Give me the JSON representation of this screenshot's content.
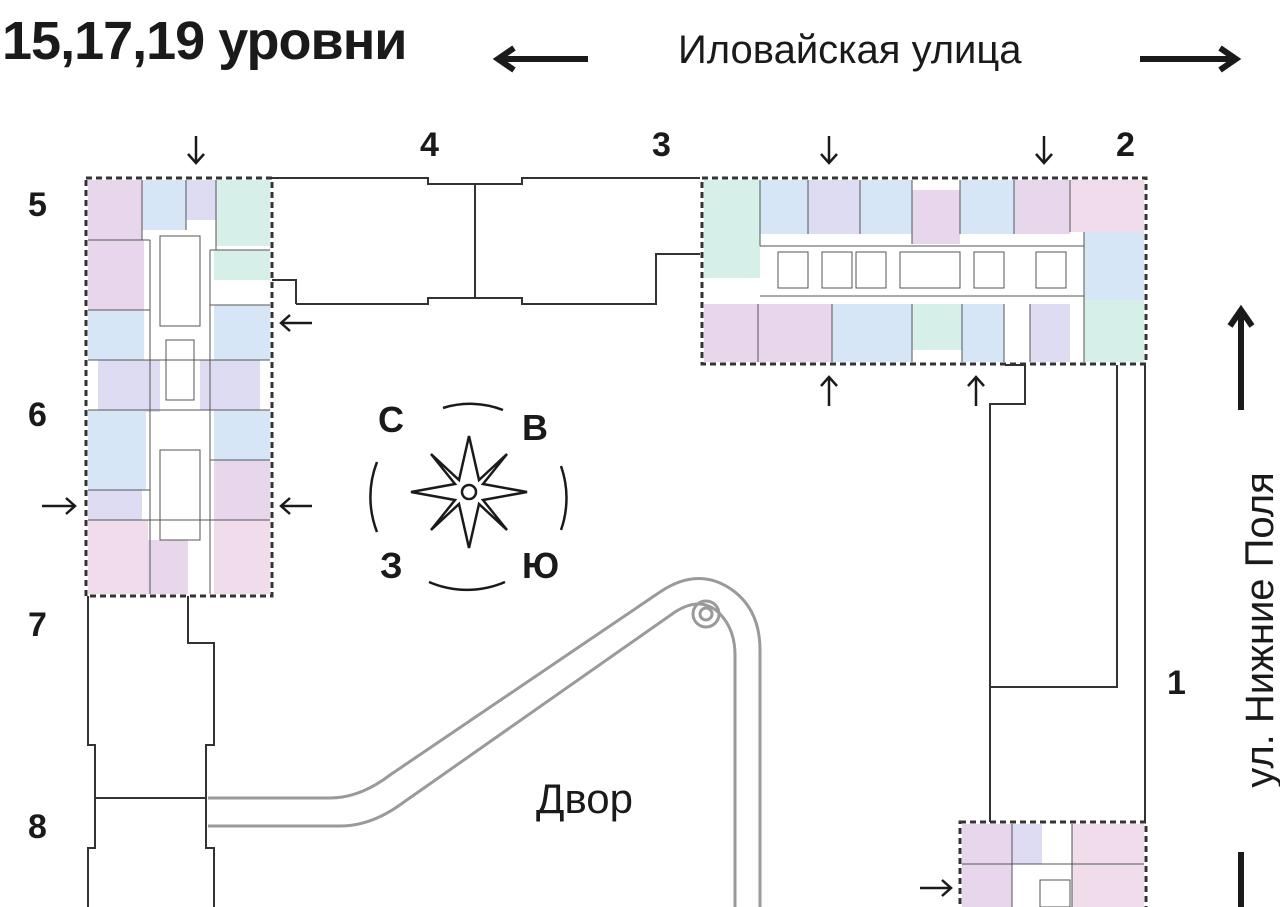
{
  "header": {
    "title": "15,17,19 уровни",
    "street_top": "Иловайская улица"
  },
  "street_right": "ул. Нижние Поля",
  "sections": [
    "1",
    "2",
    "3",
    "4",
    "5",
    "6",
    "7",
    "8"
  ],
  "compass": {
    "north": "С",
    "east": "В",
    "south": "Ю",
    "west": "З"
  },
  "yard_label": "Двор",
  "colors": {
    "lilac": "#e8d6ec",
    "blue": "#d6e6f6",
    "mint": "#d6efe9",
    "lavender": "#dedcf2",
    "pink": "#f0dcea",
    "wall": "#333333",
    "road": "#9a9a9a"
  }
}
